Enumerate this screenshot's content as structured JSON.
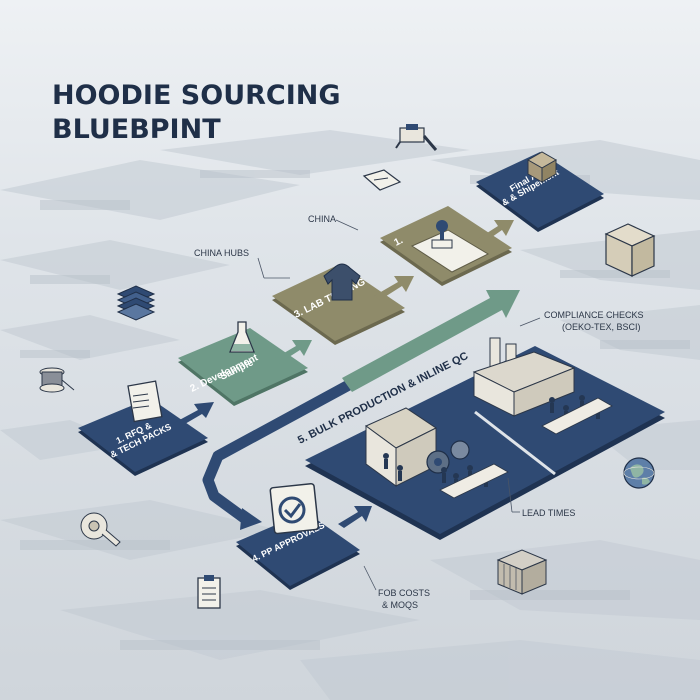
{
  "title": {
    "line1": "HOODIE SOURCING",
    "line2": "BLUEBPINT"
  },
  "steps": {
    "s1": {
      "line1": "1. RFQ &",
      "line2": "& TECH PACKS"
    },
    "s2": {
      "line1": "Sample",
      "line2": "2. Development"
    },
    "s3": {
      "line1": "3. LAB TESTING"
    },
    "s4": {
      "line1": "4. PP APPROVALS"
    },
    "s5": {
      "line1": "5. BULK PRODUCTION & INLINE QC"
    },
    "s6": {
      "line1": "1."
    },
    "s7": {
      "line1": "Final AQL",
      "line2": "& & Shipement"
    }
  },
  "annotations": {
    "china_hubs": "CHINA HUBS",
    "china": "CHINA",
    "compliance_l1": "COMPLIANCE CHECKS",
    "compliance_l2": "(OEKO-TEX, BSCI)",
    "lead_times": "LEAD TIMES",
    "fob_l1": "FOB COSTS",
    "fob_l2": "& MOQS"
  },
  "colors": {
    "navy": "#2f4a73",
    "green": "#6f9a88",
    "khaki": "#8f8b6a",
    "paper": "#f2f1ea",
    "title": "#1f2f48"
  },
  "icons": [
    "fabric-stack-icon",
    "thread-spool-icon",
    "tape-measure-icon",
    "clipboard-icon",
    "shipping-box-icon",
    "globe-icon",
    "container-icon",
    "label-tag-icon",
    "drone-icon",
    "flask-icon",
    "hoodie-icon",
    "stamp-icon",
    "checkmark-document-icon",
    "factory-icon",
    "gears-icon"
  ]
}
